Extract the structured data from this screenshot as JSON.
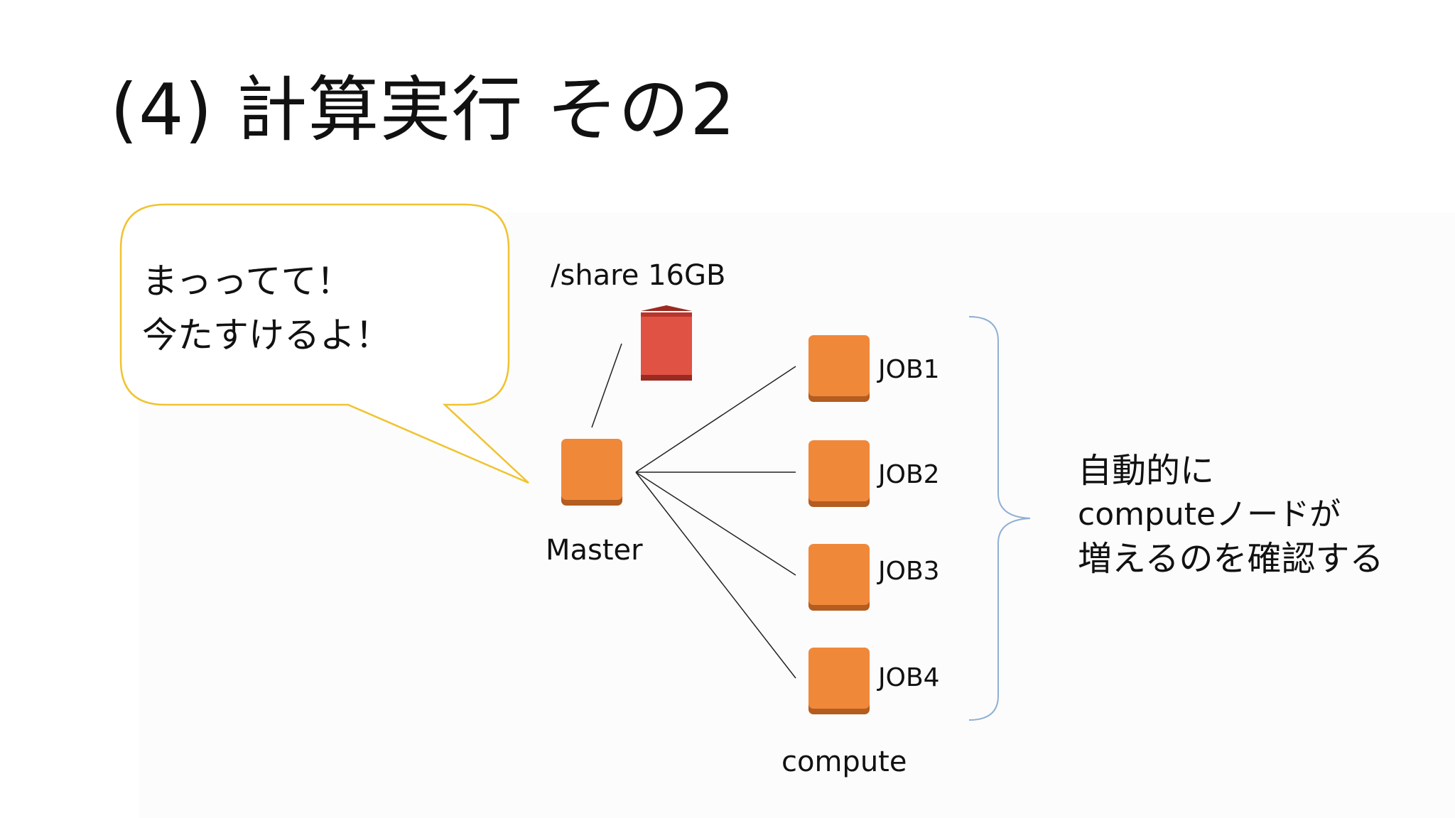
{
  "slide": {
    "title": "(4) 計算実行 その2"
  },
  "bubble": {
    "lines": [
      "まっってて！",
      "今たすけるよ！"
    ]
  },
  "diagram": {
    "share_label": "/share 16GB",
    "master_label": "Master",
    "jobs": [
      "JOB1",
      "JOB2",
      "JOB3",
      "JOB4"
    ],
    "compute_label": "compute"
  },
  "note": {
    "lines": [
      "自動的に",
      "computeノードが",
      "増えるのを確認する"
    ]
  },
  "colors": {
    "node_orange": "#f0883a",
    "node_orange_dark": "#b35d20",
    "storage_red": "#e05243",
    "storage_red_dark": "#9b2a21",
    "bubble_border": "#f0c330",
    "brace_blue": "#8fb0d4",
    "connector": "#222222"
  },
  "icons": {
    "master": "ec2-instance-icon",
    "storage": "ebs-volume-icon",
    "jobs": "ec2-instance-icon"
  }
}
